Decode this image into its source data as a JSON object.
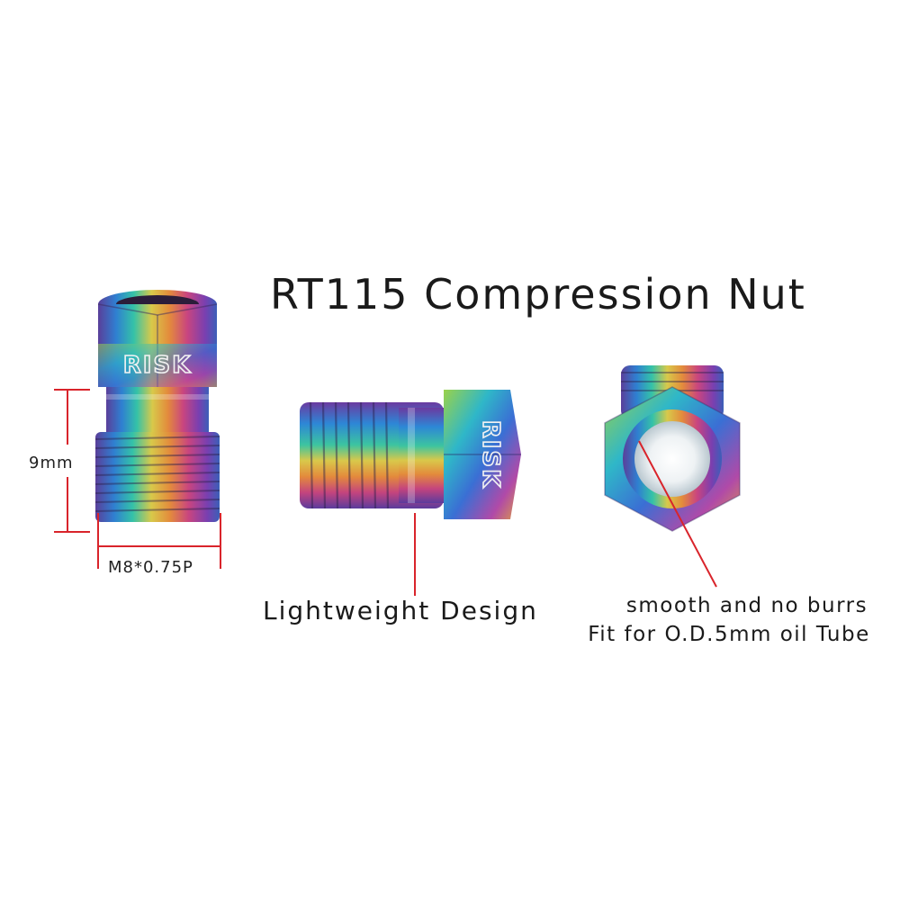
{
  "title": "RT115 Compression Nut",
  "brand_logo_text": "RISK",
  "dimensions": {
    "length_label": "9mm",
    "thread_label": "M8*0.75P"
  },
  "callouts": {
    "feature_1": "Lightweight Design",
    "feature_2_line_1": "smooth and no burrs",
    "feature_2_line_2": "Fit for O.D.5mm oil Tube"
  },
  "colors": {
    "background": "#ffffff",
    "annotation_red": "#d9242b",
    "text": "#1a1a1a"
  }
}
